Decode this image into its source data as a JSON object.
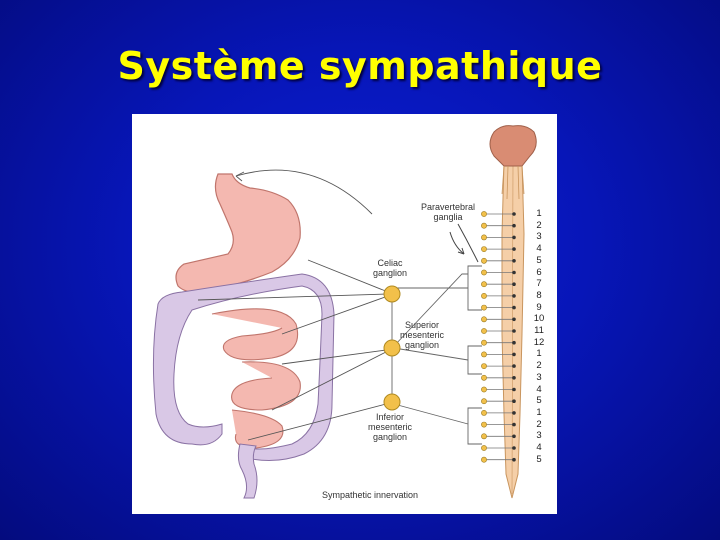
{
  "slide": {
    "title": "Système sympathique"
  },
  "figure": {
    "labels": {
      "paravertebral": "Paravertebral\nganglia",
      "celiac": "Celiac\nganglion",
      "superior": "Superior\nmesenteric\nganglion",
      "inferior": "Inferior\nmesenteric\nganglion",
      "caption": "Sympathetic innervation"
    },
    "segments": [
      "1",
      "2",
      "3",
      "4",
      "5",
      "6",
      "7",
      "8",
      "9",
      "10",
      "11",
      "12",
      "1",
      "2",
      "3",
      "4",
      "5",
      "1",
      "2",
      "3",
      "4",
      "5"
    ],
    "colors": {
      "organ_fill": "#f4b8b0",
      "colon_fill": "#d9c8e6",
      "ganglion_fill": "#f2c04a",
      "cord_fill": "#f5cfa8",
      "brain_fill": "#d98c73"
    }
  }
}
